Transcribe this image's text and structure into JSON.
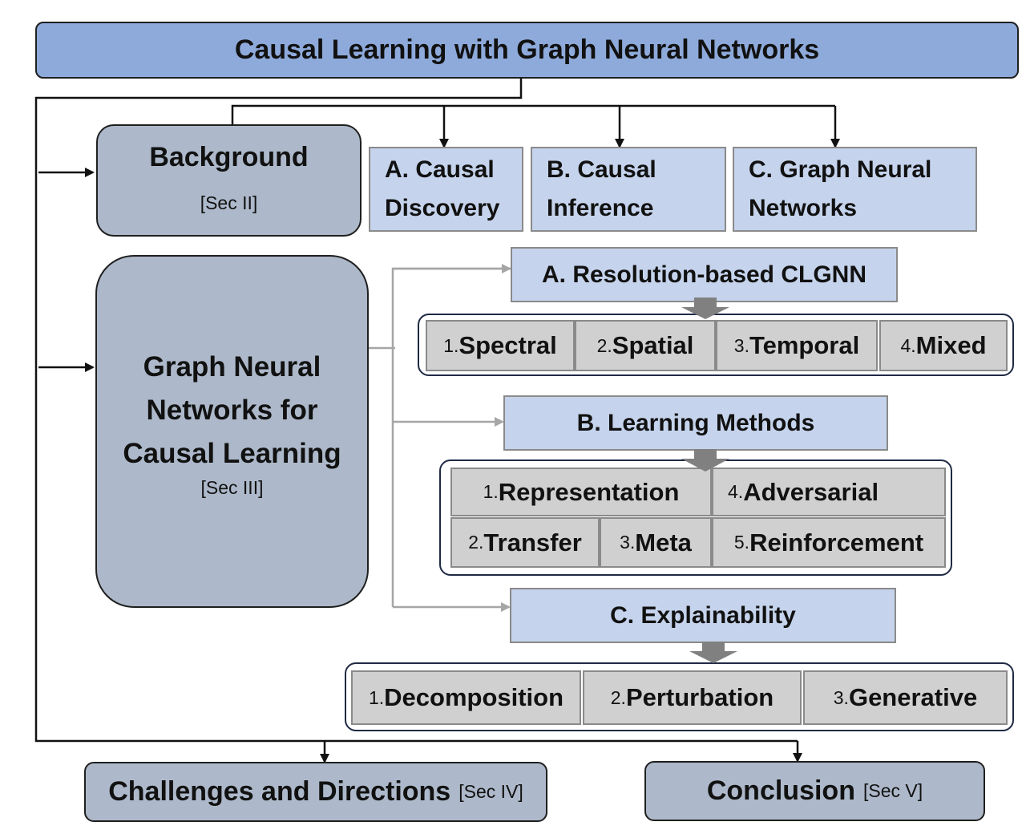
{
  "title": "Causal Learning with Graph Neural Networks",
  "background": {
    "label": "Background",
    "sec": "[Sec II]",
    "subsections": [
      {
        "line1": "A. Causal",
        "line2": "Discovery"
      },
      {
        "line1": "B. Causal",
        "line2": "Inference"
      },
      {
        "line1": "C. Graph Neural",
        "line2": "Networks"
      }
    ]
  },
  "gnn_causal": {
    "line1": "Graph Neural",
    "line2": "Networks for",
    "line3": "Causal Learning",
    "sec": "[Sec III]",
    "resolution": {
      "label": "A. Resolution-based CLGNN",
      "items": [
        {
          "num": "1.",
          "label": "Spectral"
        },
        {
          "num": "2.",
          "label": "Spatial"
        },
        {
          "num": "3.",
          "label": "Temporal"
        },
        {
          "num": "4.",
          "label": "Mixed"
        }
      ]
    },
    "learning": {
      "label": "B. Learning Methods",
      "items": [
        {
          "num": "1.",
          "label": "Representation"
        },
        {
          "num": "4.",
          "label": "Adversarial"
        },
        {
          "num": "2.",
          "label": "Transfer"
        },
        {
          "num": "3.",
          "label": "Meta"
        },
        {
          "num": "5.",
          "label": "Reinforcement"
        }
      ]
    },
    "explainability": {
      "label": "C. Explainability",
      "items": [
        {
          "num": "1.",
          "label": "Decomposition"
        },
        {
          "num": "2.",
          "label": "Perturbation"
        },
        {
          "num": "3.",
          "label": "Generative"
        }
      ]
    }
  },
  "challenges": {
    "label": "Challenges and Directions",
    "sec": "[Sec IV]"
  },
  "conclusion": {
    "label": "Conclusion",
    "sec": "[Sec V]"
  },
  "colors": {
    "title_fill": "#8eaadb",
    "section_fill": "#adb9ca",
    "subsection_fill": "#c5d3ec",
    "item_fill": "#d0d0d0",
    "connector_gray": "#a6a6a6",
    "down_arrow_gray": "#808080"
  }
}
